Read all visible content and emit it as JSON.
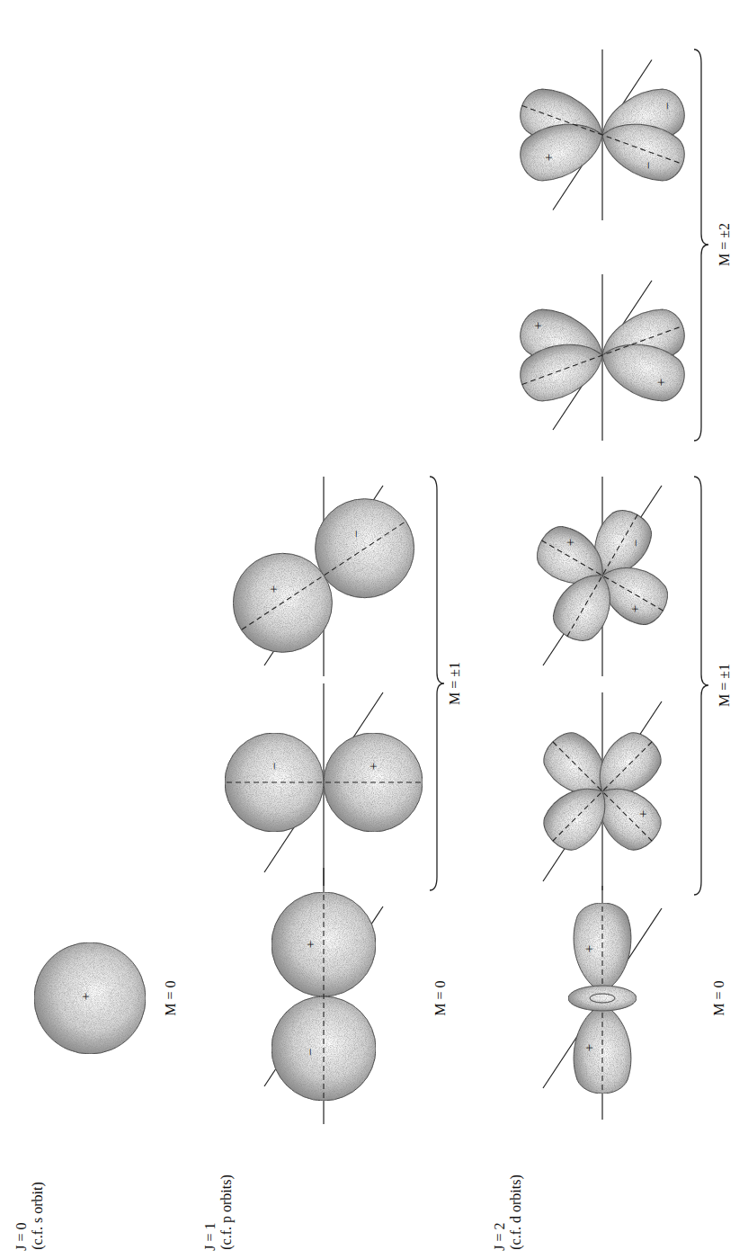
{
  "diagram": {
    "labels": [
      "J = 0",
      "(c.f. s orbit)",
      "+",
      "M = 0",
      "J = 1",
      "(c.f. p orbits)",
      "+",
      "−",
      "M = 0",
      "−",
      "+",
      "−",
      "+",
      "M = ±1",
      "J = 2",
      "(c.f. d orbits)",
      "+",
      "+",
      "M = 0",
      "+",
      "+",
      "−",
      "+",
      "M = ±1",
      "+",
      "+",
      "+",
      "−",
      "−",
      "M = ±2"
    ]
  }
}
